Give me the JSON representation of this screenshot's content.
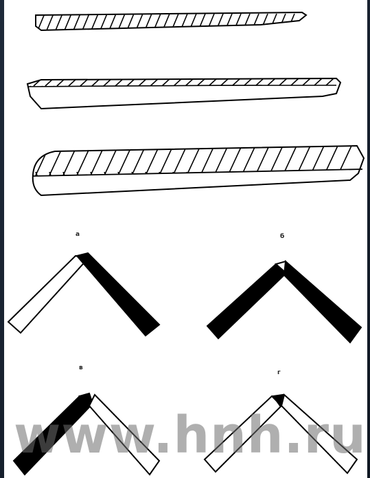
{
  "diagram": {
    "panels": [
      {
        "id": "a",
        "label": "a"
      },
      {
        "id": "b",
        "label": "б"
      },
      {
        "id": "c",
        "label": "в"
      },
      {
        "id": "d",
        "label": "г"
      }
    ]
  },
  "watermark": {
    "text": "www.hnh.ru"
  },
  "colors": {
    "ink": "#000000",
    "paper": "#ffffff",
    "frame": "#1a2230",
    "watermark": "#8a8a8a"
  }
}
